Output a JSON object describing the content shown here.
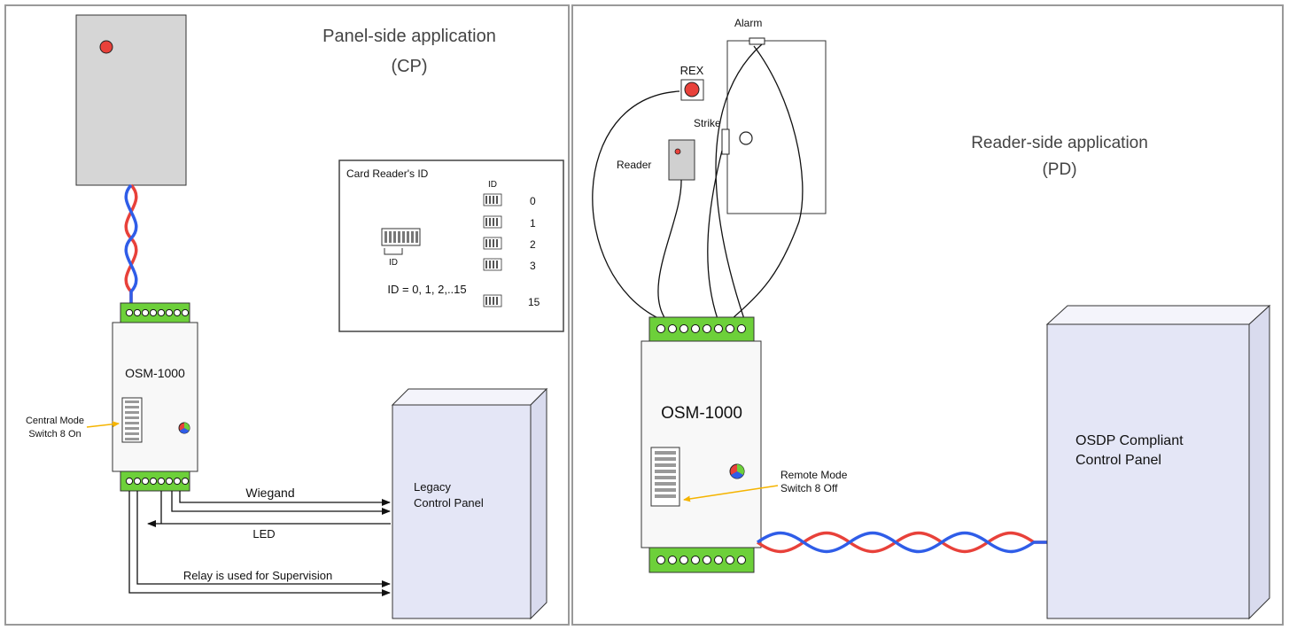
{
  "left": {
    "title_line1": "Panel-side application",
    "title_line2": "(CP)",
    "device_label": "OSM-1000",
    "switch_note_line1": "Central Mode",
    "switch_note_line2": "Switch 8 On",
    "card_reader_box": {
      "title": "Card Reader's ID",
      "id_header": "ID",
      "id_bracket_label": "ID",
      "id_range": "ID = 0, 1, 2,..15",
      "id_values": [
        "0",
        "1",
        "2",
        "3",
        "15"
      ]
    },
    "legacy_panel_line1": "Legacy",
    "legacy_panel_line2": "Control Panel",
    "wiegand_label": "Wiegand",
    "led_label": "LED",
    "relay_label": "Relay is used for Supervision"
  },
  "right": {
    "title_line1": "Reader-side application",
    "title_line2": "(PD)",
    "device_label": "OSM-1000",
    "alarm_label": "Alarm",
    "rex_label": "REX",
    "strike_label": "Strike",
    "reader_label": "Reader",
    "switch_note_line1": "Remote Mode",
    "switch_note_line2": "Switch 8 Off",
    "osdp_panel_line1": "OSDP Compliant",
    "osdp_panel_line2": "Control Panel"
  },
  "colors": {
    "terminal_green": "#6dd03a",
    "wire_red": "#e8413a",
    "wire_blue": "#2f5de8",
    "panel_face": "#e4e6f6",
    "reader_gray": "#d0d0d0",
    "arrow_orange": "#f5b400"
  }
}
